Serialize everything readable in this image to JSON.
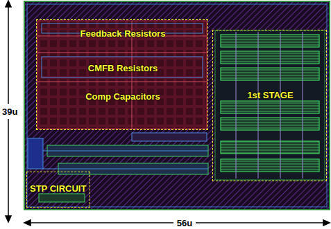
{
  "diagram": {
    "nodes": [
      {
        "text": [
          "Feedback Resistors",
          "CMFB Resistors",
          "Comp Capacitors"
        ]
      },
      {
        "text": [
          "1st STAGE"
        ]
      },
      {
        "text": [
          "STP CIRCUIT"
        ]
      }
    ],
    "labels": [
      "39u",
      "56u"
    ]
  }
}
